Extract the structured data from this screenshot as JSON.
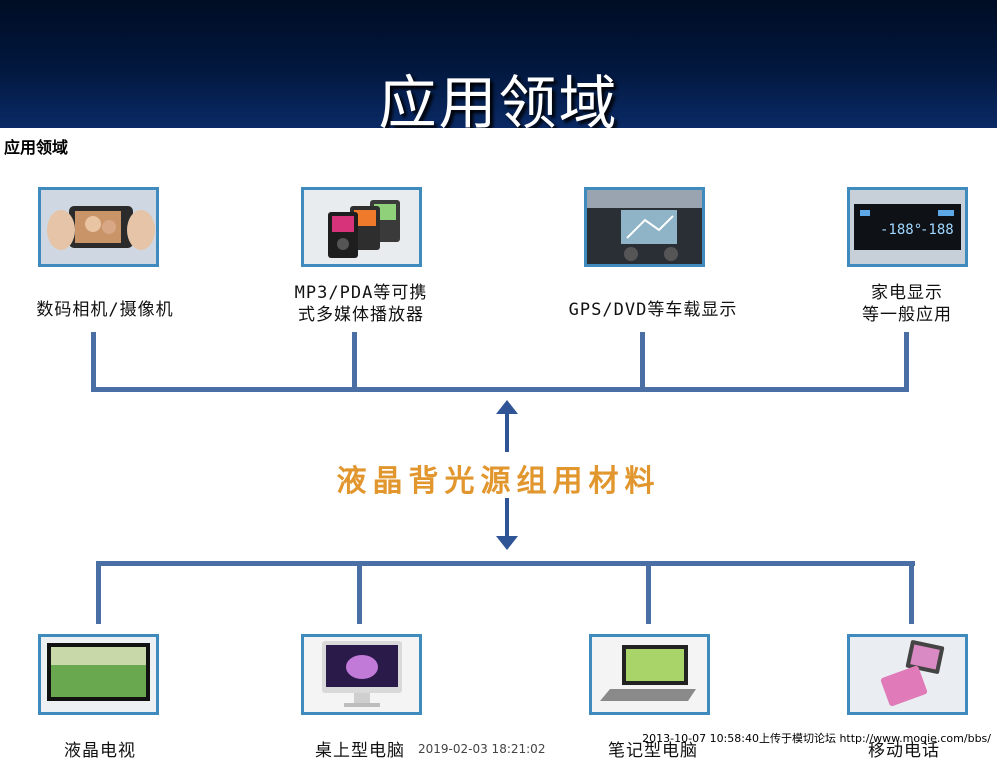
{
  "slide": {
    "title": "应用领域"
  },
  "section": {
    "heading": "应用领域"
  },
  "top_items": [
    {
      "label_lines": [
        "数码相机/摄像机"
      ],
      "icon": "camera-icon"
    },
    {
      "label_lines": [
        "MP3/PDA等可携",
        "式多媒体播放器"
      ],
      "icon": "mp3-player-icon"
    },
    {
      "label_lines": [
        "GPS/DVD等车载显示"
      ],
      "icon": "car-gps-icon"
    },
    {
      "label_lines": [
        "家电显示",
        "等一般应用"
      ],
      "icon": "appliance-display-icon"
    }
  ],
  "center_label": "液晶背光源组用材料",
  "bottom_items": [
    {
      "label_lines": [
        "液晶电视"
      ],
      "icon": "lcd-tv-icon"
    },
    {
      "label_lines": [
        "桌上型电脑"
      ],
      "icon": "desktop-computer-icon"
    },
    {
      "label_lines": [
        "笔记型电脑"
      ],
      "icon": "laptop-icon"
    },
    {
      "label_lines": [
        "移动电话"
      ],
      "icon": "mobile-phone-icon"
    }
  ],
  "watermark": "2013-10-07 10:58:40上传于模切论坛 http://www.mogie.com/bbs/",
  "overlap_text": "2019-02-03 18:21:02",
  "colors": {
    "header_bg": "#02183f",
    "border": "#3f8bbd",
    "connector": "#4a6fa5",
    "center_label": "#e2962e"
  }
}
